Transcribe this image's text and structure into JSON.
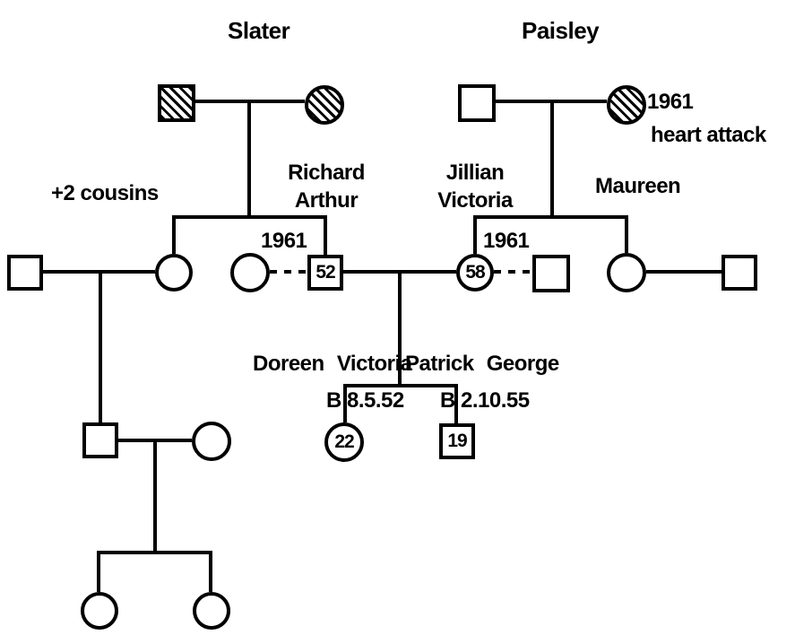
{
  "diagram": {
    "slater": {
      "family_name": "Slater",
      "cousins_note": "+2 cousins"
    },
    "paisley": {
      "family_name": "Paisley",
      "grandmother_death_year": "1961",
      "grandmother_death_cause": "heart attack",
      "aunt_name": "Maureen"
    },
    "father": {
      "name_line1": "Richard",
      "name_line2": "Arthur",
      "age": "52",
      "first_marriage_year": "1961"
    },
    "mother": {
      "name_line1": "Jillian",
      "name_line2": "Victoria",
      "age": "58",
      "first_marriage_year": "1961"
    },
    "children": {
      "daughter_name": "Doreen Victoria",
      "daughter_birth": "B 8.5.52",
      "daughter_age": "22",
      "son_name": "Patrick George",
      "son_birth": "B 2.10.55",
      "son_age": "19"
    },
    "colors": {
      "ink": "#000000",
      "paper": "#ffffff"
    }
  }
}
